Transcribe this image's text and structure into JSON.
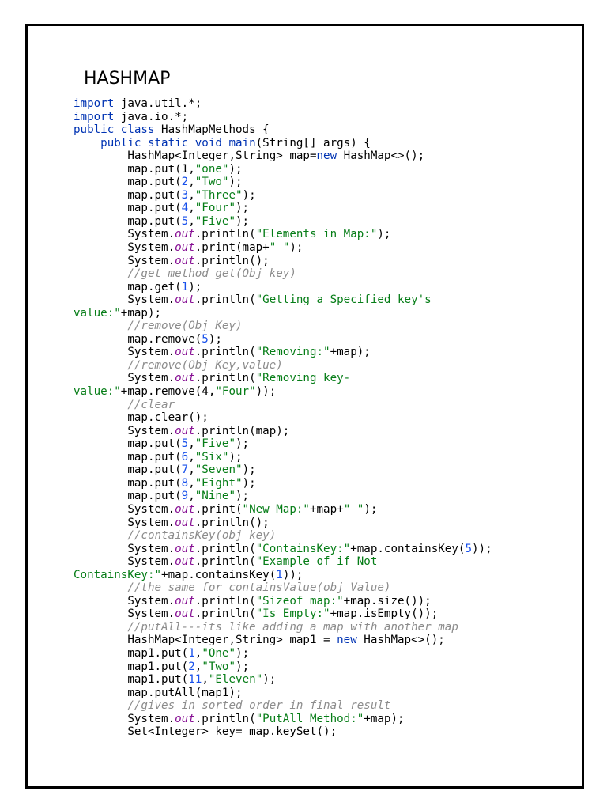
{
  "document": {
    "title": "HASHMAP"
  },
  "colors": {
    "keyword": "#0033b3",
    "number": "#1750eb",
    "string": "#067d17",
    "field": "#871094",
    "comment": "#8c8c8c",
    "text": "#000000"
  },
  "code_lines": [
    [
      [
        "kw",
        "import"
      ],
      [
        "plain",
        " java.util.*;"
      ]
    ],
    [
      [
        "kw",
        "import"
      ],
      [
        "plain",
        " java.io.*;"
      ]
    ],
    [
      [
        "kw",
        "public class"
      ],
      [
        "plain",
        " HashMapMethods {"
      ]
    ],
    [
      [
        "plain",
        "    "
      ],
      [
        "kw",
        "public static void"
      ],
      [
        "plain",
        " "
      ],
      [
        "kw",
        "main"
      ],
      [
        "plain",
        "(String[] args) {"
      ]
    ],
    [
      [
        "plain",
        "        HashMap<Integer,String> map="
      ],
      [
        "kw",
        "new"
      ],
      [
        "plain",
        " HashMap<>();"
      ]
    ],
    [
      [
        "plain",
        "        map.put(1,"
      ],
      [
        "str",
        "\"one\""
      ],
      [
        "plain",
        ");"
      ]
    ],
    [
      [
        "plain",
        "        map.put("
      ],
      [
        "num",
        "2"
      ],
      [
        "plain",
        ","
      ],
      [
        "str",
        "\"Two\""
      ],
      [
        "plain",
        ");"
      ]
    ],
    [
      [
        "plain",
        "        map.put("
      ],
      [
        "num",
        "3"
      ],
      [
        "plain",
        ","
      ],
      [
        "str",
        "\"Three\""
      ],
      [
        "plain",
        ");"
      ]
    ],
    [
      [
        "plain",
        "        map.put("
      ],
      [
        "num",
        "4"
      ],
      [
        "plain",
        ","
      ],
      [
        "str",
        "\"Four\""
      ],
      [
        "plain",
        ");"
      ]
    ],
    [
      [
        "plain",
        "        map.put("
      ],
      [
        "num",
        "5"
      ],
      [
        "plain",
        ","
      ],
      [
        "str",
        "\"Five\""
      ],
      [
        "plain",
        ");"
      ]
    ],
    [
      [
        "plain",
        "        System."
      ],
      [
        "fld",
        "out"
      ],
      [
        "plain",
        ".println("
      ],
      [
        "str",
        "\"Elements in Map:\""
      ],
      [
        "plain",
        ");"
      ]
    ],
    [
      [
        "plain",
        "        System."
      ],
      [
        "fld",
        "out"
      ],
      [
        "plain",
        ".print(map+"
      ],
      [
        "str",
        "\" \""
      ],
      [
        "plain",
        ");"
      ]
    ],
    [
      [
        "plain",
        "        System."
      ],
      [
        "fld",
        "out"
      ],
      [
        "plain",
        ".println();"
      ]
    ],
    [
      [
        "plain",
        "        "
      ],
      [
        "cmt",
        "//get method get(Obj key)"
      ]
    ],
    [
      [
        "plain",
        "        map.get("
      ],
      [
        "num",
        "1"
      ],
      [
        "plain",
        ");"
      ]
    ],
    [
      [
        "plain",
        "        System."
      ],
      [
        "fld",
        "out"
      ],
      [
        "plain",
        ".println("
      ],
      [
        "str",
        "\"Getting a Specified key's"
      ]
    ],
    [
      [
        "str",
        "value:\""
      ],
      [
        "plain",
        "+map);"
      ]
    ],
    [
      [
        "plain",
        "        "
      ],
      [
        "cmt",
        "//remove(Obj Key)"
      ]
    ],
    [
      [
        "plain",
        "        map.remove("
      ],
      [
        "num",
        "5"
      ],
      [
        "plain",
        ");"
      ]
    ],
    [
      [
        "plain",
        "        System."
      ],
      [
        "fld",
        "out"
      ],
      [
        "plain",
        ".println("
      ],
      [
        "str",
        "\"Removing:\""
      ],
      [
        "plain",
        "+map);"
      ]
    ],
    [
      [
        "plain",
        "        "
      ],
      [
        "cmt",
        "//remove(Obj Key,value)"
      ]
    ],
    [
      [
        "plain",
        "        System."
      ],
      [
        "fld",
        "out"
      ],
      [
        "plain",
        ".println("
      ],
      [
        "str",
        "\"Removing key-"
      ]
    ],
    [
      [
        "str",
        "value:\""
      ],
      [
        "plain",
        "+map.remove(4,"
      ],
      [
        "str",
        "\"Four\""
      ],
      [
        "plain",
        "));"
      ]
    ],
    [
      [
        "plain",
        "        "
      ],
      [
        "cmt",
        "//clear"
      ]
    ],
    [
      [
        "plain",
        "        map.clear();"
      ]
    ],
    [
      [
        "plain",
        "        System."
      ],
      [
        "fld",
        "out"
      ],
      [
        "plain",
        ".println(map);"
      ]
    ],
    [
      [
        "plain",
        "        map.put("
      ],
      [
        "num",
        "5"
      ],
      [
        "plain",
        ","
      ],
      [
        "str",
        "\"Five\""
      ],
      [
        "plain",
        ");"
      ]
    ],
    [
      [
        "plain",
        "        map.put("
      ],
      [
        "num",
        "6"
      ],
      [
        "plain",
        ","
      ],
      [
        "str",
        "\"Six\""
      ],
      [
        "plain",
        ");"
      ]
    ],
    [
      [
        "plain",
        "        map.put("
      ],
      [
        "num",
        "7"
      ],
      [
        "plain",
        ","
      ],
      [
        "str",
        "\"Seven\""
      ],
      [
        "plain",
        ");"
      ]
    ],
    [
      [
        "plain",
        "        map.put("
      ],
      [
        "num",
        "8"
      ],
      [
        "plain",
        ","
      ],
      [
        "str",
        "\"Eight\""
      ],
      [
        "plain",
        ");"
      ]
    ],
    [
      [
        "plain",
        "        map.put("
      ],
      [
        "num",
        "9"
      ],
      [
        "plain",
        ","
      ],
      [
        "str",
        "\"Nine\""
      ],
      [
        "plain",
        ");"
      ]
    ],
    [
      [
        "plain",
        "        System."
      ],
      [
        "fld",
        "out"
      ],
      [
        "plain",
        ".print("
      ],
      [
        "str",
        "\"New Map:\""
      ],
      [
        "plain",
        "+map+"
      ],
      [
        "str",
        "\" \""
      ],
      [
        "plain",
        ");"
      ]
    ],
    [
      [
        "plain",
        "        System."
      ],
      [
        "fld",
        "out"
      ],
      [
        "plain",
        ".println();"
      ]
    ],
    [
      [
        "plain",
        "        "
      ],
      [
        "cmt",
        "//containsKey(obj key)"
      ]
    ],
    [
      [
        "plain",
        "        System."
      ],
      [
        "fld",
        "out"
      ],
      [
        "plain",
        ".println("
      ],
      [
        "str",
        "\"ContainsKey:\""
      ],
      [
        "plain",
        "+map.containsKey("
      ],
      [
        "num",
        "5"
      ],
      [
        "plain",
        "));"
      ]
    ],
    [
      [
        "plain",
        "        System."
      ],
      [
        "fld",
        "out"
      ],
      [
        "plain",
        ".println("
      ],
      [
        "str",
        "\"Example of if Not"
      ]
    ],
    [
      [
        "str",
        "ContainsKey:\""
      ],
      [
        "plain",
        "+map.containsKey("
      ],
      [
        "num",
        "1"
      ],
      [
        "plain",
        "));"
      ]
    ],
    [
      [
        "plain",
        "        "
      ],
      [
        "cmt",
        "//the same for containsValue(obj Value)"
      ]
    ],
    [
      [
        "plain",
        "        System."
      ],
      [
        "fld",
        "out"
      ],
      [
        "plain",
        ".println("
      ],
      [
        "str",
        "\"Sizeof map:\""
      ],
      [
        "plain",
        "+map.size());"
      ]
    ],
    [
      [
        "plain",
        "        System."
      ],
      [
        "fld",
        "out"
      ],
      [
        "plain",
        ".println("
      ],
      [
        "str",
        "\"Is Empty:\""
      ],
      [
        "plain",
        "+map.isEmpty());"
      ]
    ],
    [
      [
        "plain",
        "        "
      ],
      [
        "cmt",
        "//putAll---its like adding a map with another map"
      ]
    ],
    [
      [
        "plain",
        "        HashMap<Integer,String> map1 = "
      ],
      [
        "kw",
        "new"
      ],
      [
        "plain",
        " HashMap<>();"
      ]
    ],
    [
      [
        "plain",
        "        map1.put("
      ],
      [
        "num",
        "1"
      ],
      [
        "plain",
        ","
      ],
      [
        "str",
        "\"One\""
      ],
      [
        "plain",
        ");"
      ]
    ],
    [
      [
        "plain",
        "        map1.put("
      ],
      [
        "num",
        "2"
      ],
      [
        "plain",
        ","
      ],
      [
        "str",
        "\"Two\""
      ],
      [
        "plain",
        ");"
      ]
    ],
    [
      [
        "plain",
        "        map1.put("
      ],
      [
        "num",
        "11"
      ],
      [
        "plain",
        ","
      ],
      [
        "str",
        "\"Eleven\""
      ],
      [
        "plain",
        ");"
      ]
    ],
    [
      [
        "plain",
        "        map.putAll(map1);"
      ]
    ],
    [
      [
        "plain",
        "        "
      ],
      [
        "cmt",
        "//gives in sorted order in final result"
      ]
    ],
    [
      [
        "plain",
        "        System."
      ],
      [
        "fld",
        "out"
      ],
      [
        "plain",
        ".println("
      ],
      [
        "str",
        "\"PutAll Method:\""
      ],
      [
        "plain",
        "+map);"
      ]
    ],
    [
      [
        "plain",
        "        Set<Integer> key= map.keySet();"
      ]
    ]
  ]
}
